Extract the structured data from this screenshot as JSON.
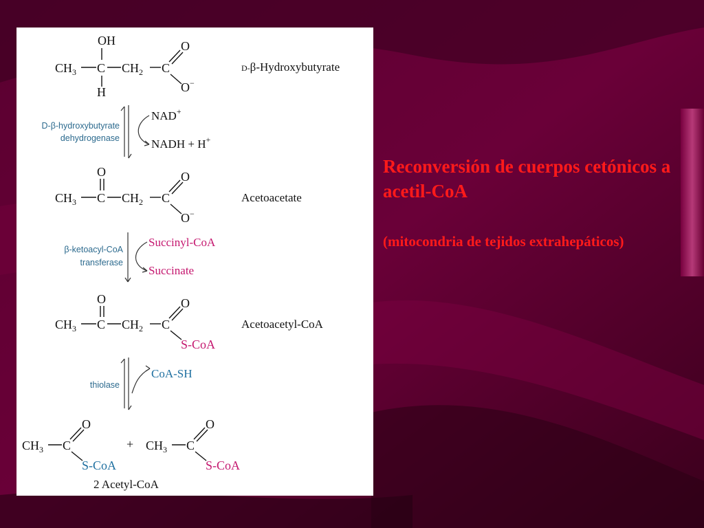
{
  "slide": {
    "title": "Reconversión de cuerpos cetónicos a acetil-CoA",
    "subtitle": "(mitocondria de tejidos extrahepáticos)",
    "title_color": "#ff1a1a"
  },
  "pathway": {
    "compounds": [
      {
        "name_prefix": "D-",
        "name": "β-Hydroxybutyrate"
      },
      {
        "name": "Acetoacetate"
      },
      {
        "name": "Acetoacetyl-CoA"
      },
      {
        "name": "2 Acetyl-CoA"
      }
    ],
    "steps": [
      {
        "enzyme_line1": "D-β-hydroxybutyrate",
        "enzyme_line2": "dehydrogenase",
        "in": "NAD",
        "in_sup": "+",
        "out": "NADH + H",
        "out_sup": "+"
      },
      {
        "enzyme_line1": "β-ketoacyl-CoA",
        "enzyme_line2": "transferase",
        "in": "Succinyl-CoA",
        "out": "Succinate"
      },
      {
        "enzyme_line1": "thiolase",
        "in": "CoA-SH"
      }
    ],
    "atoms": {
      "ch3": "CH",
      "ch2": "CH",
      "c": "C",
      "o": "O",
      "oh": "OH",
      "h": "H",
      "s_coa": "S-CoA",
      "plus": "+",
      "o_minus": "O",
      "minus": "−",
      "sub3": "3",
      "sub2": "2"
    },
    "colors": {
      "enzyme": "#2c6a8e",
      "coa_blue": "#1e6fa0",
      "coa_magenta": "#c4166e"
    }
  }
}
